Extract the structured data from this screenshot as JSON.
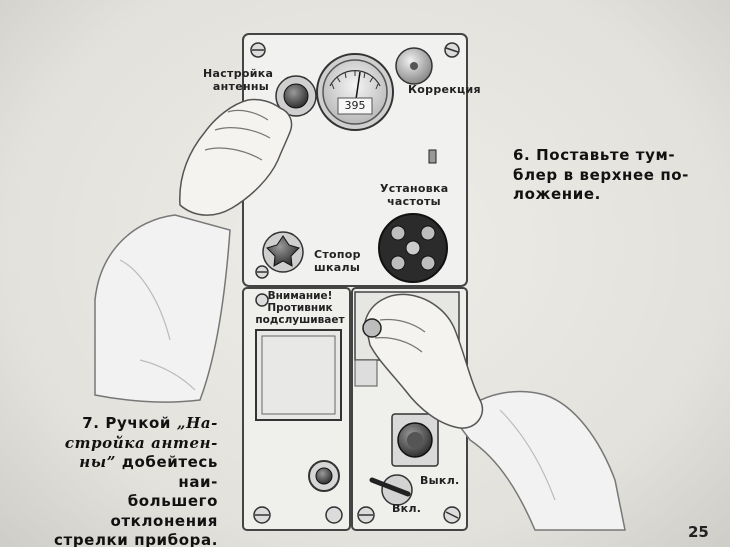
{
  "panel": {
    "antenna_tuning_label": [
      "Настройка",
      "антенны"
    ],
    "correction_label": "Коррекция",
    "meter_reading": "395",
    "frequency_setting_label": [
      "Установка",
      "частоты"
    ],
    "scale_lock_label": [
      "Стопор",
      "шкалы"
    ],
    "warning_label": [
      "Внимание!",
      "Противник",
      "подслушивает"
    ],
    "switch_off_label": "Выкл.",
    "switch_on_label": "Вкл."
  },
  "instructions": {
    "step6_lines": [
      "6. Поставьте тум-",
      "блер в верхнее по-",
      "ложение."
    ],
    "step7_lines": [
      "7. Ручкой",
      "„На-",
      "стройка антен-",
      "ны”",
      "добейтесь наи-",
      "большего отклонения",
      "стрелки прибора."
    ]
  },
  "page_number": "25"
}
